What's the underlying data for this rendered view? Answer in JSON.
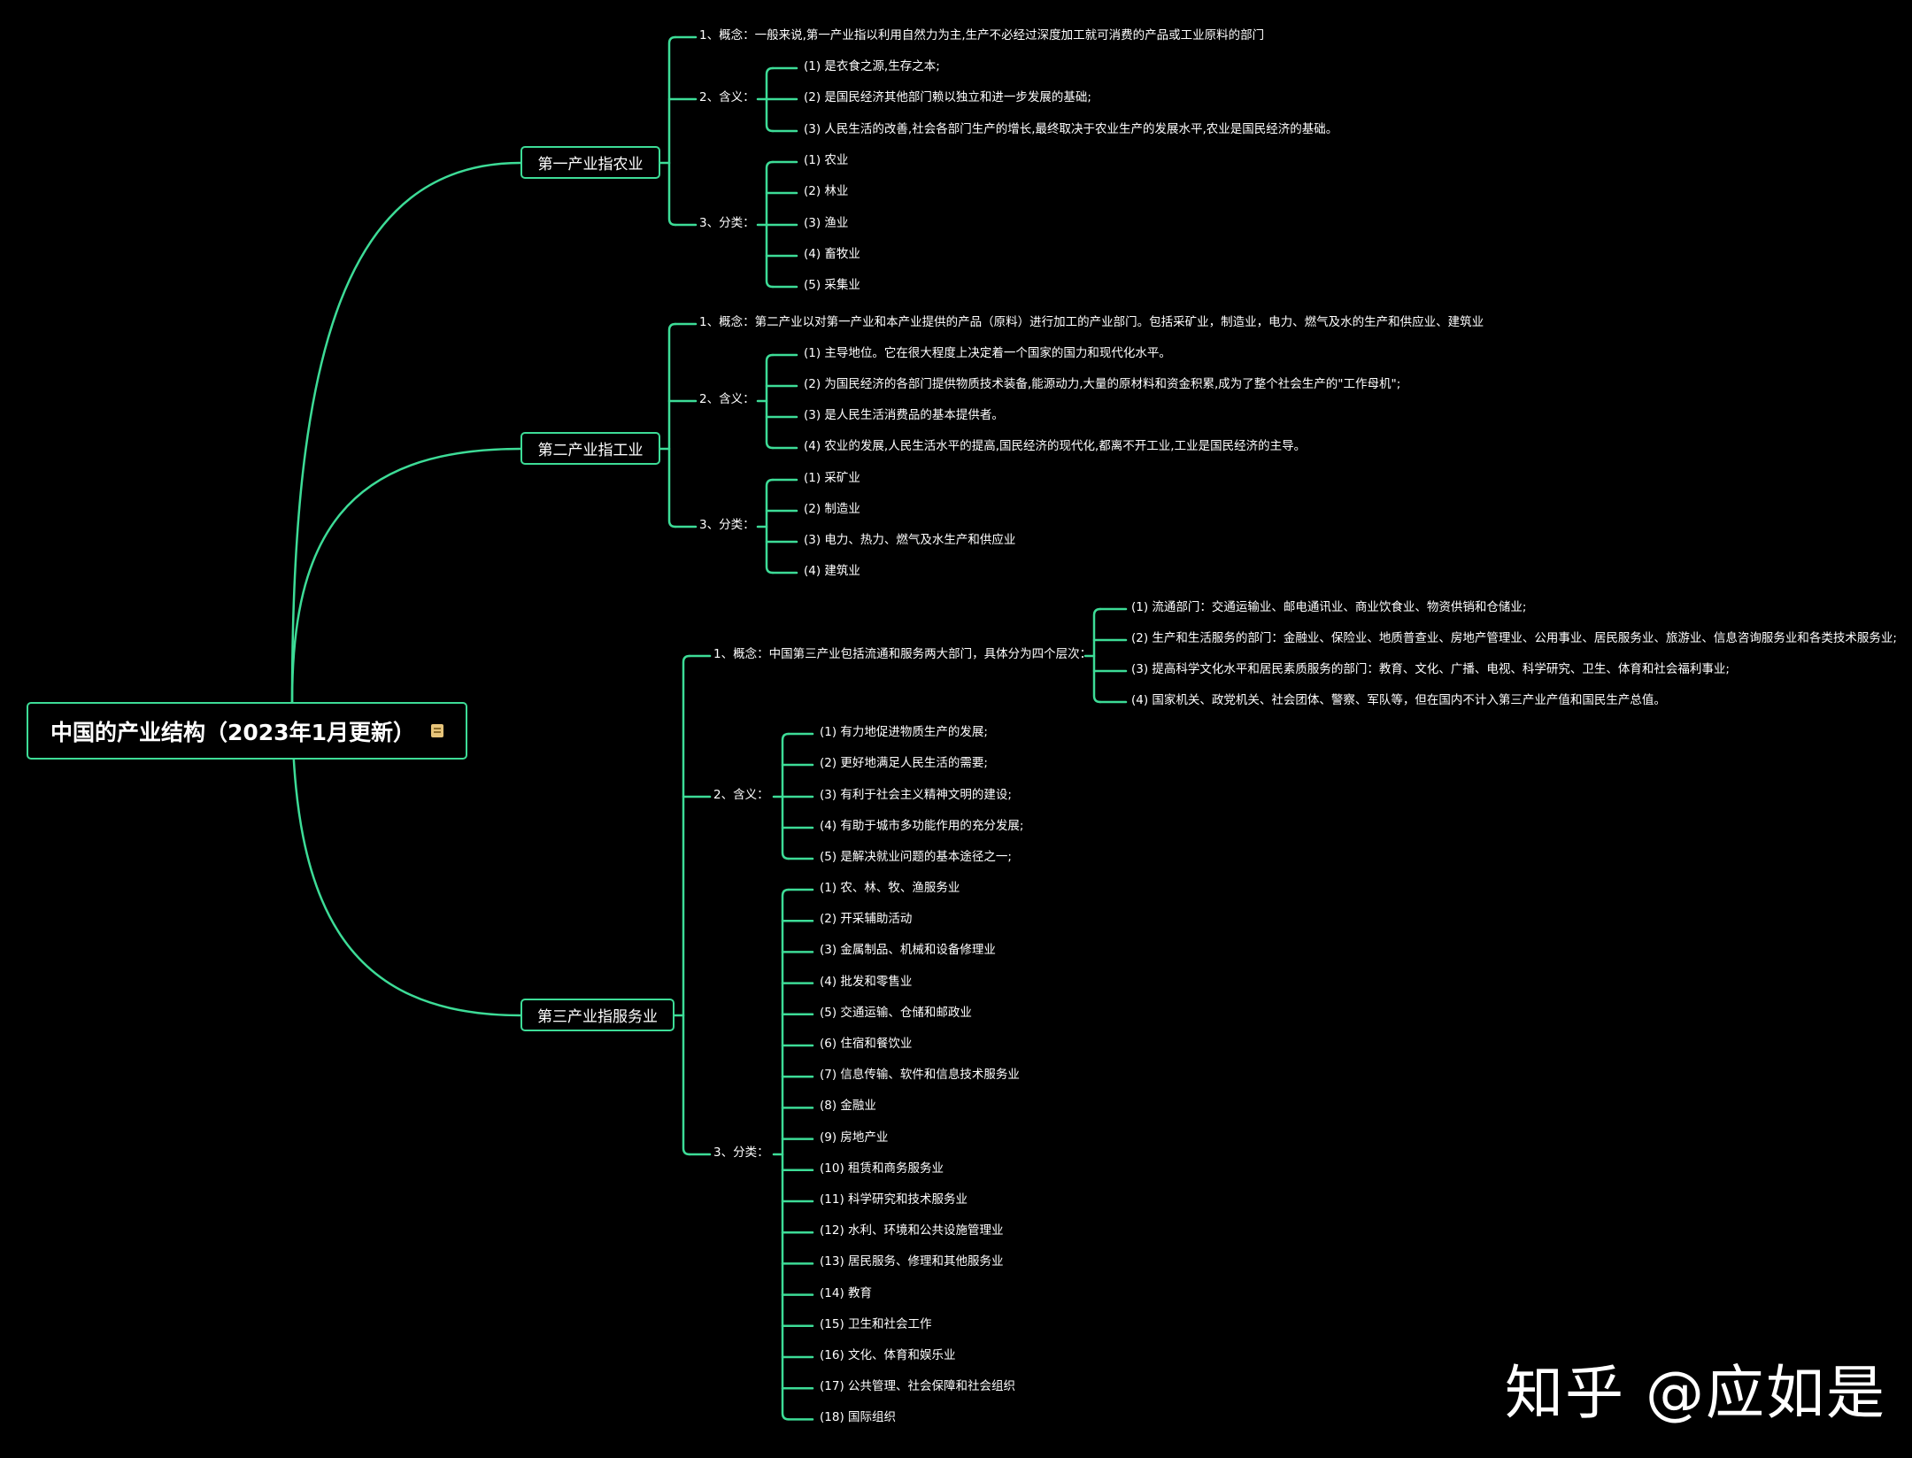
{
  "root": {
    "title": "中国的产业结构（2023年1月更新）",
    "icon": "note-icon"
  },
  "colors": {
    "background": "#000000",
    "line": "#3ddc97",
    "text": "#ffffff"
  },
  "branches": [
    {
      "title": "第一产业指农业",
      "concept": "1、概念：一般来说,第一产业指以利用自然力为主,生产不必经过深度加工就可消费的产品或工业原料的部门",
      "meaning_label": "2、含义：",
      "meaning": [
        "(1) 是衣食之源,生存之本;",
        "(2) 是国民经济其他部门赖以独立和进一步发展的基础;",
        "(3) 人民生活的改善,社会各部门生产的增长,最终取决于农业生产的发展水平,农业是国民经济的基础。"
      ],
      "class_label": "3、分类：",
      "classes": [
        "(1) 农业",
        "(2) 林业",
        "(3) 渔业",
        "(4) 畜牧业",
        "(5) 采集业"
      ]
    },
    {
      "title": "第二产业指工业",
      "concept": "1、概念：第二产业以对第一产业和本产业提供的产品（原料）进行加工的产业部门。包括采矿业，制造业，电力、燃气及水的生产和供应业、建筑业",
      "meaning_label": "2、含义：",
      "meaning": [
        "(1) 主导地位。它在很大程度上决定着一个国家的国力和现代化水平。",
        "(2) 为国民经济的各部门提供物质技术装备,能源动力,大量的原材料和资金积累,成为了整个社会生产的\"工作母机\";",
        "(3) 是人民生活消费品的基本提供者。",
        "(4) 农业的发展,人民生活水平的提高,国民经济的现代化,都离不开工业,工业是国民经济的主导。"
      ],
      "class_label": "3、分类：",
      "classes": [
        "(1) 采矿业",
        "(2) 制造业",
        "(3) 电力、热力、燃气及水生产和供应业",
        "(4) 建筑业"
      ]
    },
    {
      "title": "第三产业指服务业",
      "concept_label": "1、概念：中国第三产业包括流通和服务两大部门，具体分为四个层次：",
      "concept_items": [
        "(1) 流通部门：交通运输业、邮电通讯业、商业饮食业、物资供销和仓储业;",
        "(2) 生产和生活服务的部门：金融业、保险业、地质普查业、房地产管理业、公用事业、居民服务业、旅游业、信息咨询服务业和各类技术服务业;",
        "(3) 提高科学文化水平和居民素质服务的部门：教育、文化、广播、电视、科学研究、卫生、体育和社会福利事业;",
        "(4) 国家机关、政党机关、社会团体、警察、军队等，但在国内不计入第三产业产值和国民生产总值。"
      ],
      "meaning_label": "2、含义：",
      "meaning": [
        "(1) 有力地促进物质生产的发展;",
        "(2) 更好地满足人民生活的需要;",
        "(3) 有利于社会主义精神文明的建设;",
        "(4) 有助于城市多功能作用的充分发展;",
        "(5) 是解决就业问题的基本途径之一;"
      ],
      "class_label": "3、分类：",
      "classes": [
        "(1) 农、林、牧、渔服务业",
        "(2) 开采辅助活动",
        "(3) 金属制品、机械和设备修理业",
        "(4) 批发和零售业",
        "(5) 交通运输、仓储和邮政业",
        "(6) 住宿和餐饮业",
        "(7) 信息传输、软件和信息技术服务业",
        "(8) 金融业",
        "(9) 房地产业",
        "(10) 租赁和商务服务业",
        "(11) 科学研究和技术服务业",
        "(12) 水利、环境和公共设施管理业",
        "(13) 居民服务、修理和其他服务业",
        "(14) 教育",
        "(15) 卫生和社会工作",
        "(16) 文化、体育和娱乐业",
        "(17) 公共管理、社会保障和社会组织",
        "(18) 国际组织"
      ]
    }
  ],
  "watermark": "知乎 @应如是"
}
